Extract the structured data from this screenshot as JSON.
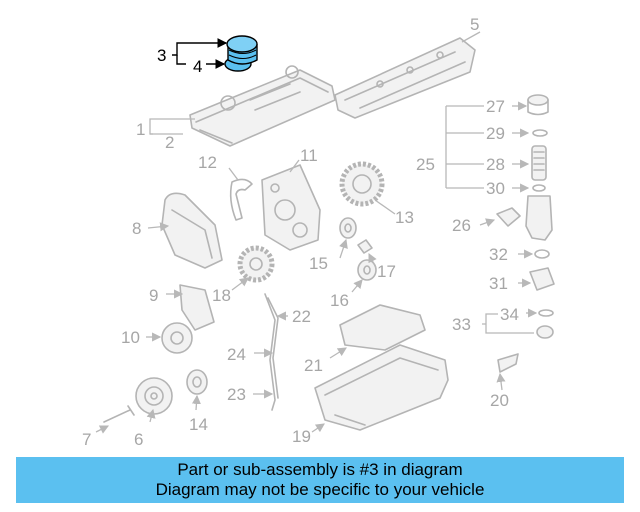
{
  "callouts": {
    "c1": "1",
    "c2": "2",
    "c3": "3",
    "c4": "4",
    "c5": "5",
    "c6": "6",
    "c7": "7",
    "c8": "8",
    "c9": "9",
    "c10": "10",
    "c11": "11",
    "c12": "12",
    "c13": "13",
    "c14": "14",
    "c15": "15",
    "c16": "16",
    "c17": "17",
    "c18": "18",
    "c19": "19",
    "c20": "20",
    "c21": "21",
    "c22": "22",
    "c23": "23",
    "c24": "24",
    "c25": "25",
    "c26": "26",
    "c27": "27",
    "c28": "28",
    "c29": "29",
    "c30": "30",
    "c31": "31",
    "c32": "32",
    "c33": "33",
    "c34": "34"
  },
  "highlight_color": "#5bc0f0",
  "banner": {
    "line1": "Part or sub-assembly is #3 in diagram",
    "line2": "Diagram may not be specific to your vehicle"
  }
}
